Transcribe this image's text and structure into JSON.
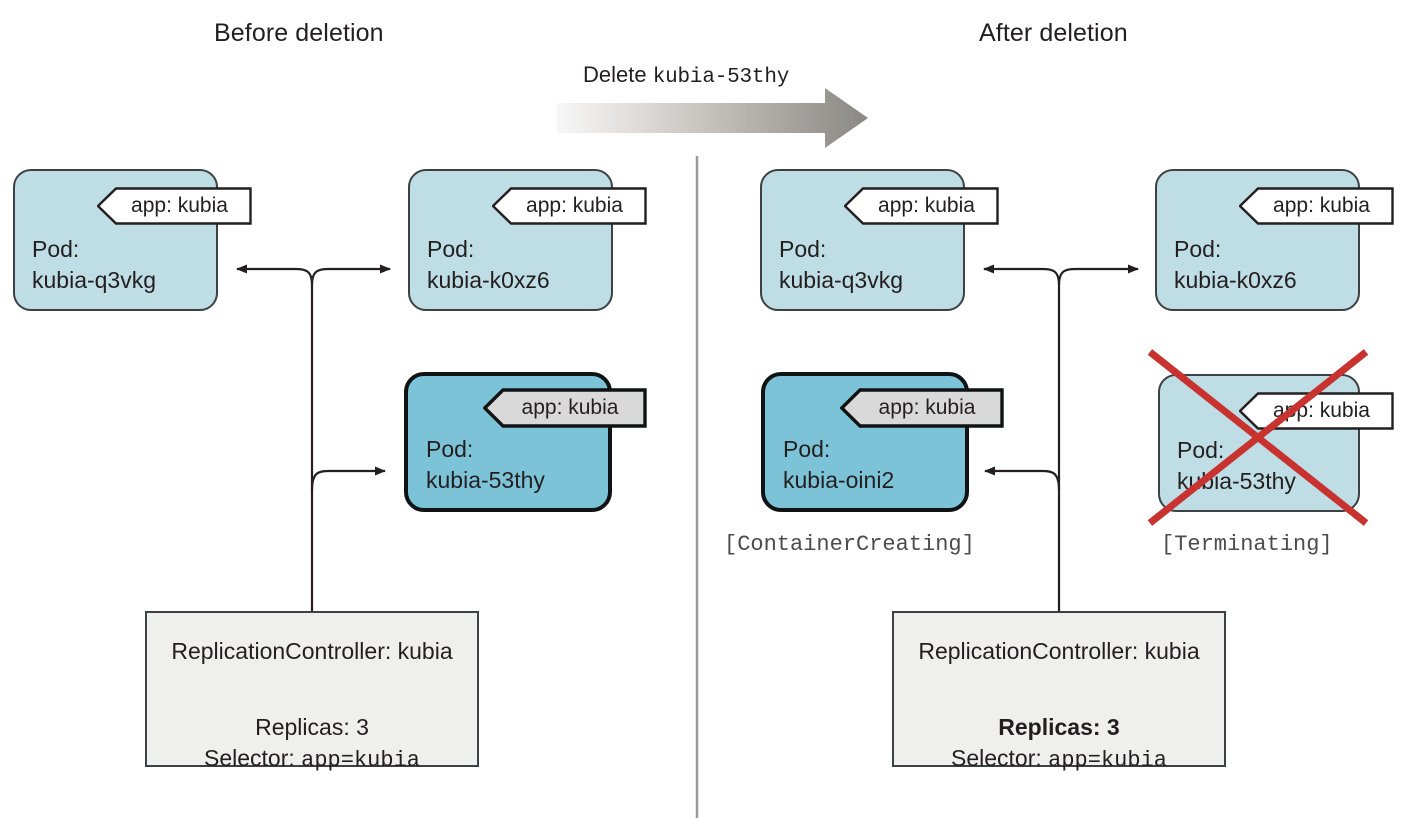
{
  "diagram": {
    "title_before": "Before deletion",
    "title_after": "After deletion",
    "delete_action_prefix": "Delete ",
    "delete_action_target": "kubia-53thy",
    "label_tag_text": "app: kubia",
    "pod_prefix": "Pod:",
    "status_container_creating": "[ContainerCreating]",
    "status_terminating": "[Terminating]"
  },
  "colors": {
    "pod_normal_fill": "#bfdde4",
    "pod_highlight_fill": "#7dc3d8",
    "pod_stroke": "#3d4143",
    "pod_highlight_stroke": "#101314",
    "rc_fill": "#efefee",
    "tag_fill": "#ffffff",
    "tag_highlight_fill": "#d9d9d9",
    "deleted_cross": "#cc3333",
    "arrow_start": "#f2f2f2",
    "arrow_end": "#8c8c8c",
    "divider": "#999999",
    "text": "#231f20"
  },
  "before": {
    "pods": [
      {
        "name": "kubia-q3vkg",
        "label": "app: kubia",
        "state": "running",
        "highlight": false,
        "deleted": false
      },
      {
        "name": "kubia-k0xz6",
        "label": "app: kubia",
        "state": "running",
        "highlight": false,
        "deleted": false
      },
      {
        "name": "kubia-53thy",
        "label": "app: kubia",
        "state": "running",
        "highlight": true,
        "deleted": false
      }
    ],
    "controller": {
      "title": "ReplicationController: kubia",
      "replicas_label": "Replicas: ",
      "replicas_value": "3",
      "replicas_bold": false,
      "selector_label": "Selector: ",
      "selector_value": "app=kubia"
    }
  },
  "after": {
    "pods": [
      {
        "name": "kubia-q3vkg",
        "label": "app: kubia",
        "state": "running",
        "highlight": false,
        "deleted": false
      },
      {
        "name": "kubia-k0xz6",
        "label": "app: kubia",
        "state": "running",
        "highlight": false,
        "deleted": false
      },
      {
        "name": "kubia-oini2",
        "label": "app: kubia",
        "state": "ContainerCreating",
        "highlight": true,
        "deleted": false
      },
      {
        "name": "kubia-53thy",
        "label": "app: kubia",
        "state": "Terminating",
        "highlight": false,
        "deleted": true
      }
    ],
    "controller": {
      "title": "ReplicationController: kubia",
      "replicas_label": "Replicas: ",
      "replicas_value": "3",
      "replicas_bold": true,
      "selector_label": "Selector: ",
      "selector_value": "app=kubia"
    }
  }
}
